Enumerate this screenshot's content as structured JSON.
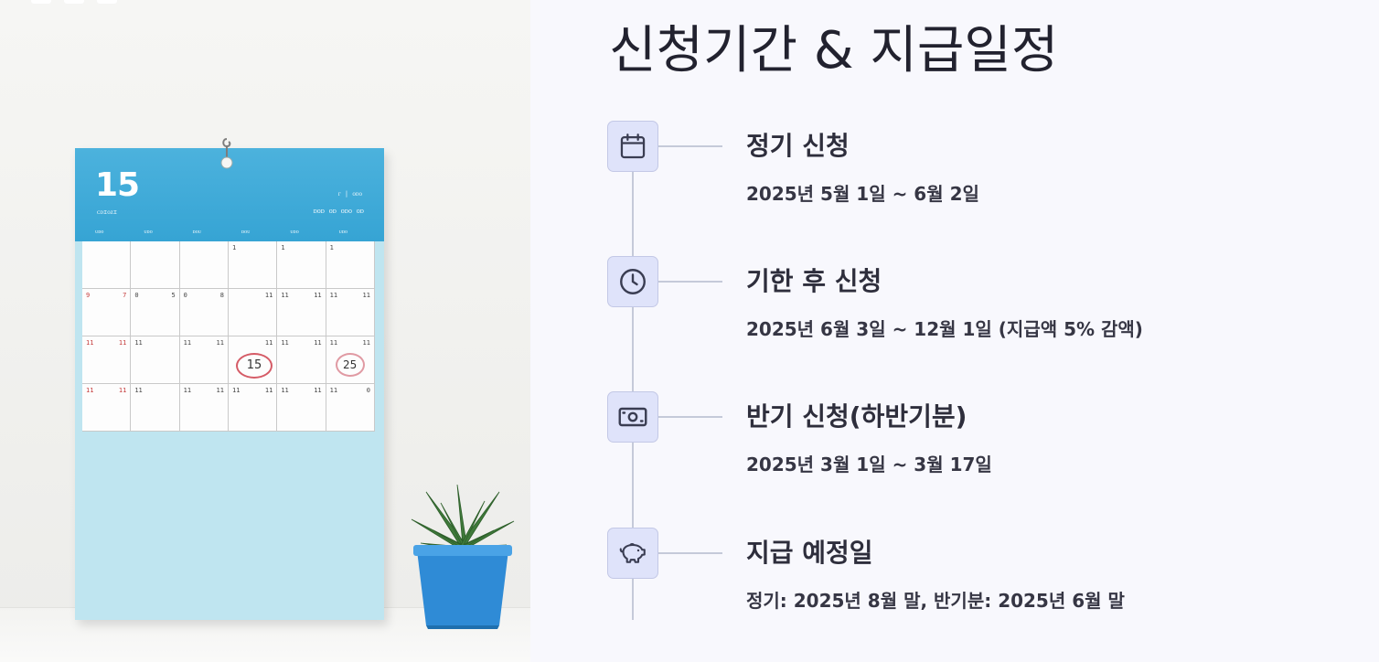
{
  "page": {
    "title": "신청기간 & 지급일정"
  },
  "steps": [
    {
      "icon": "calendar-icon",
      "heading": "정기 신청",
      "detail": "2025년 5월 1일 ~ 6월 2일"
    },
    {
      "icon": "clock-icon",
      "heading": "기한 후 신청",
      "detail": "2025년 6월 3일 ~ 12월 1일 (지급액 5% 감액)"
    },
    {
      "icon": "money-icon",
      "heading": "반기 신청(하반기분)",
      "detail": "2025년 3월 1일 ~ 3월 17일"
    },
    {
      "icon": "piggy-bank-icon",
      "heading": "지급 예정일",
      "detail": "정기: 2025년 8월 말, 반기분: 2025년 6월 말"
    }
  ],
  "photo": {
    "calendar_big_number": "15",
    "circled_dates": [
      "15",
      "25"
    ]
  },
  "colors": {
    "accent_box": "#dfe3fa",
    "timeline": "#c5cad9",
    "text": "#2e2e3c"
  }
}
